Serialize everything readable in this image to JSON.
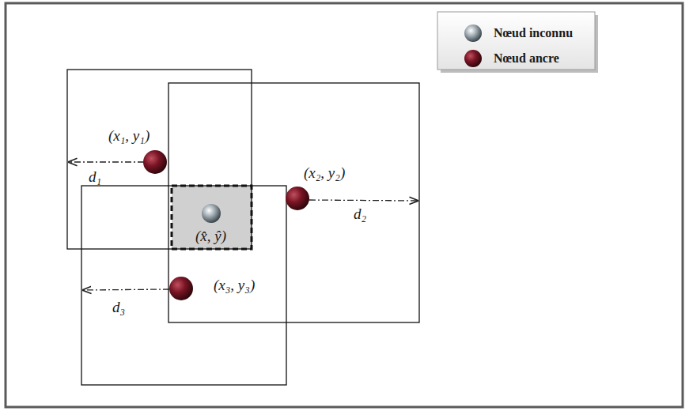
{
  "diagram": {
    "labels": [
      "(x₁, y₁)",
      "d₁",
      "(x₂, y₂)",
      "d₂",
      "(x̂, ŷ)",
      "(x₃, y₃)",
      "d₃"
    ],
    "legend": [
      {
        "text": "Nœud inconnu"
      },
      {
        "text": "Nœud ancre"
      }
    ]
  }
}
